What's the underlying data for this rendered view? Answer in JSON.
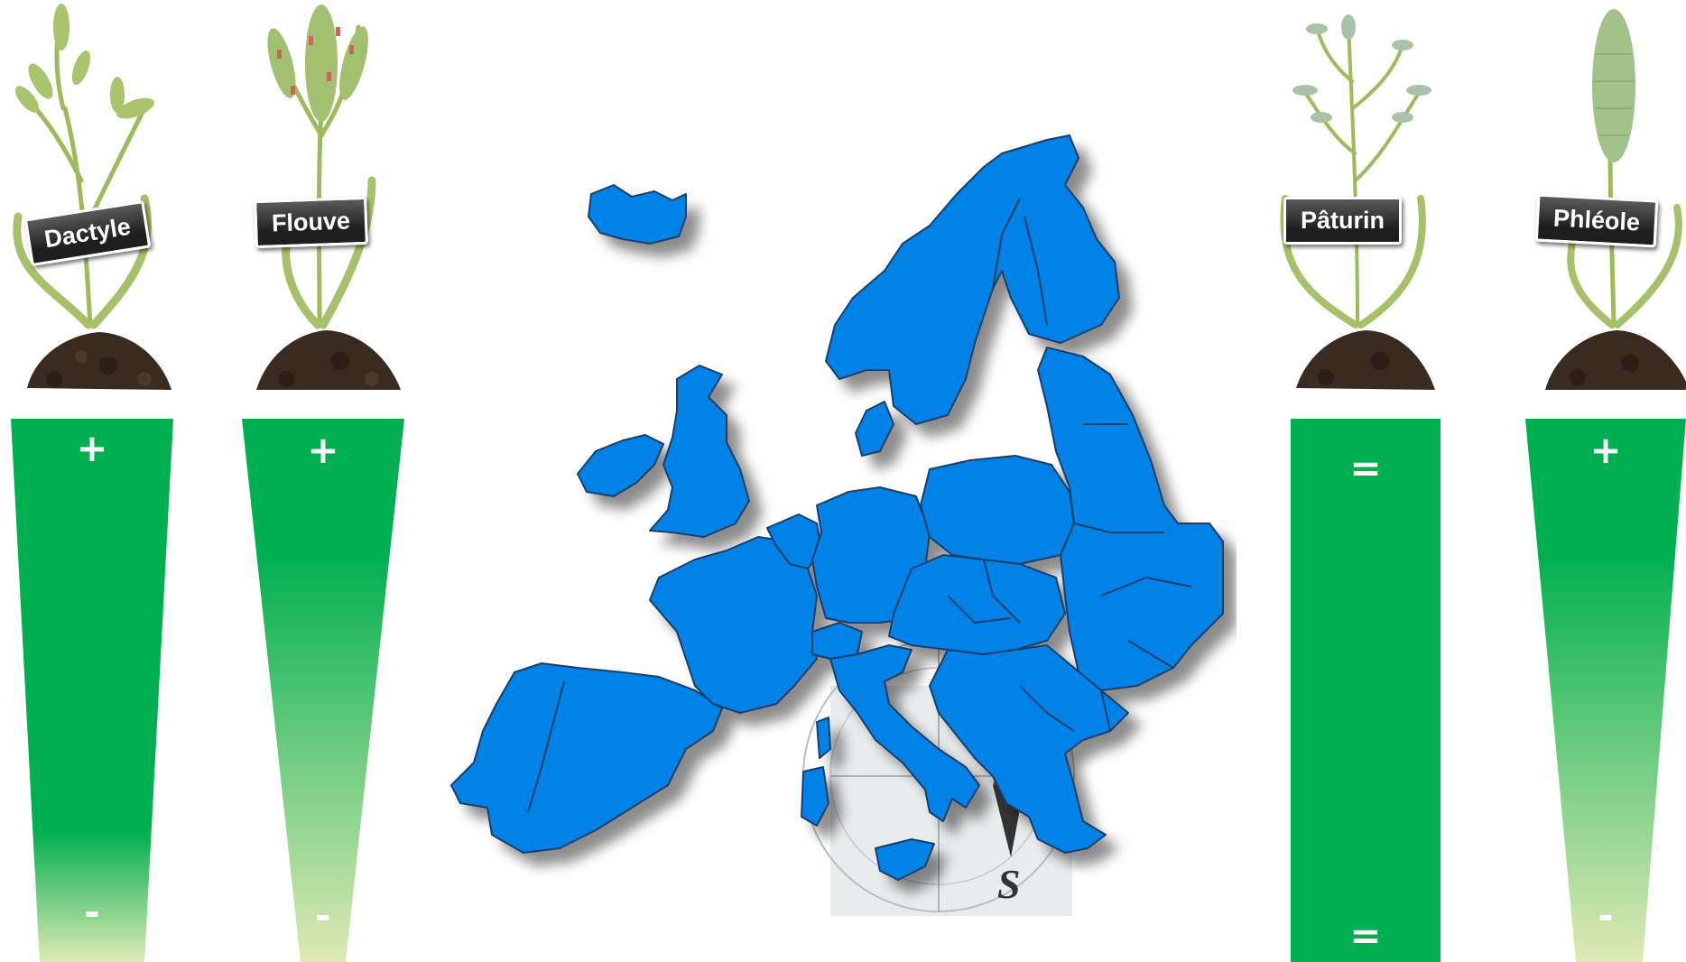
{
  "colors": {
    "green": "#00b050",
    "pale_green": "#dfe9b4",
    "map_blue": "#0082e6",
    "border": "#1c3d66",
    "soil": "#3a2b20",
    "compass_arrow": "#e02020"
  },
  "plants": [
    {
      "label": "Dactyle",
      "top_sign": "+",
      "bottom_sign": "-",
      "gradient": "taper"
    },
    {
      "label": "Flouve",
      "top_sign": "+",
      "bottom_sign": "-",
      "gradient": "taper"
    },
    {
      "label": "Pâturin",
      "top_sign": "=",
      "bottom_sign": "=",
      "gradient": "solid"
    },
    {
      "label": "Phléole",
      "top_sign": "+",
      "bottom_sign": "-",
      "gradient": "taper"
    }
  ],
  "compass": {
    "south_letter": "S",
    "icon": "compass-icon"
  },
  "map": {
    "icon": "europe-map-icon"
  }
}
